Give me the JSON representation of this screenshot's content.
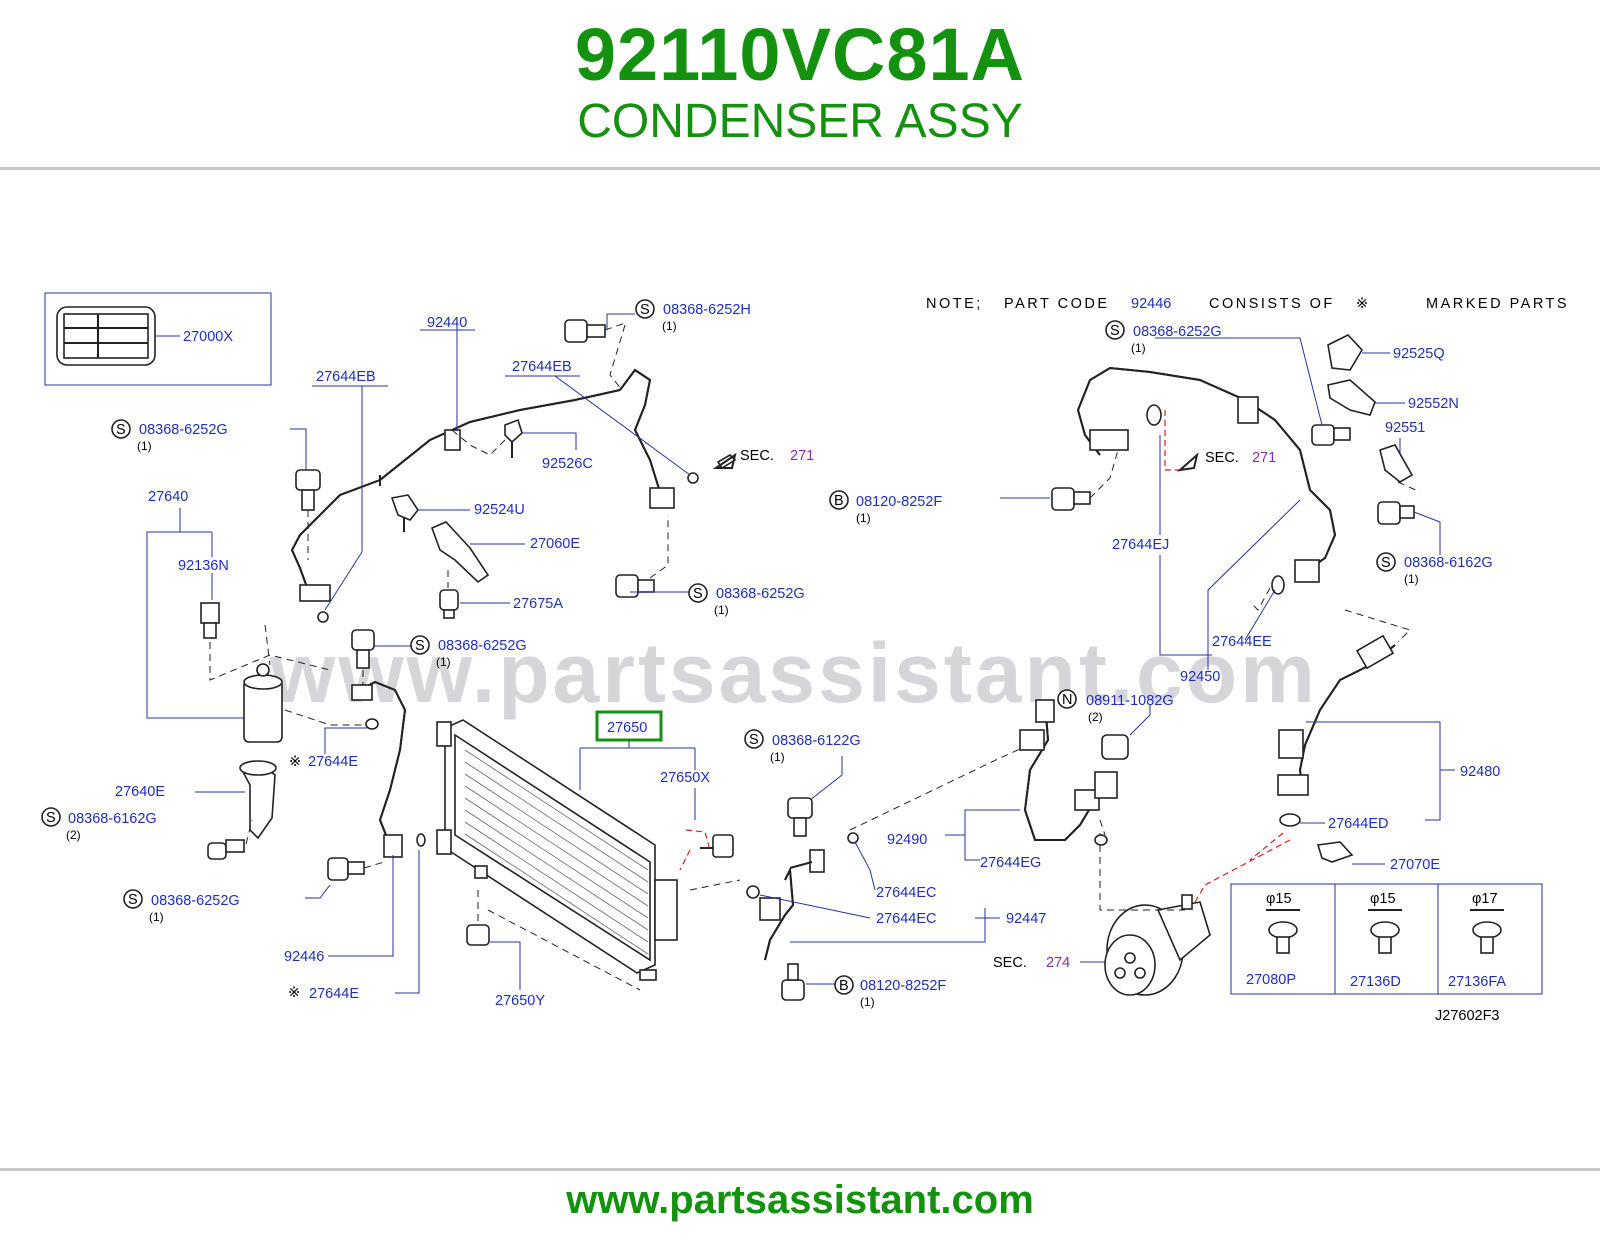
{
  "header": {
    "part_number": "92110VC81A",
    "part_name": "CONDENSER ASSY"
  },
  "footer": {
    "website": "www.partsassistant.com"
  },
  "diagram": {
    "watermark": "www.partsassistant.com",
    "note": {
      "prefix": "NOTE;",
      "text1": "PART  CODE",
      "code": "92446",
      "text2": "CONSISTS  OF",
      "symbol": "※",
      "text3": "MARKED  PARTS"
    },
    "highlighted_label": "27650",
    "diagram_id": "J27602F3",
    "labels": {
      "l27000X": "27000X",
      "l92440": "92440",
      "l27644EB_a": "27644EB",
      "l27644EB_b": "27644EB",
      "l08368_6252H": "08368-6252H",
      "l92526C": "92526C",
      "l92524U": "92524U",
      "l27060E": "27060E",
      "l27675A": "27675A",
      "l27640": "27640",
      "l92136N": "92136N",
      "l08368_6252G_a": "08368-6252G",
      "l08368_6252G_b": "08368-6252G",
      "l08368_6252G_c": "08368-6252G",
      "l08368_6252G_d": "08368-6252G",
      "l08368_6252G_e": "08368-6252G",
      "l27644E_a": "27644E",
      "l27644E_b": "27644E",
      "l27640E": "27640E",
      "l08368_6162G_a": "08368-6162G",
      "l08368_6162G_b": "08368-6162G",
      "l92446": "92446",
      "l27650X": "27650X",
      "l27650Y": "27650Y",
      "l08368_6122G": "08368-6122G",
      "l92490": "92490",
      "l27644EC_a": "27644EC",
      "l27644EC_b": "27644EC",
      "l92447": "92447",
      "l08120_8252F_a": "08120-8252F",
      "l08120_8252F_b": "08120-8252F",
      "l08911_1082G": "08911-1082G",
      "l27644EG": "27644EG",
      "l92525Q": "92525Q",
      "l92552N": "92552N",
      "l92551": "92551",
      "l27644EJ": "27644EJ",
      "l27644EE": "27644EE",
      "l92450": "92450",
      "l92480": "92480",
      "l27644ED": "27644ED",
      "l27070E": "27070E",
      "l27080P": "27080P",
      "l27136D": "27136D",
      "l27136FA": "27136FA"
    },
    "sec_refs": [
      {
        "label": "SEC.",
        "num": "271"
      },
      {
        "label": "SEC.",
        "num": "271"
      },
      {
        "label": "SEC.",
        "num": "274"
      }
    ],
    "qty": {
      "one": "(1)",
      "two": "(2)"
    },
    "circle_letters": {
      "s": "S",
      "b": "B",
      "n": "N"
    },
    "inset_table": [
      {
        "diameter": "φ15",
        "part": "27080P"
      },
      {
        "diameter": "φ15",
        "part": "27136D"
      },
      {
        "diameter": "φ17",
        "part": "27136FA"
      }
    ]
  }
}
